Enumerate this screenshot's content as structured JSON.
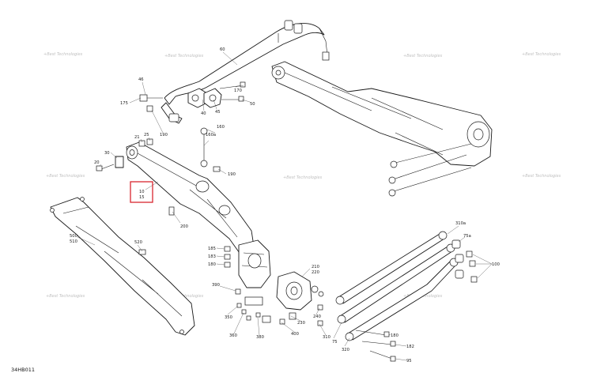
{
  "callouts": [
    {
      "id": "c-60",
      "text": "60"
    },
    {
      "id": "c-46",
      "text": "46"
    },
    {
      "id": "c-175",
      "text": "175"
    },
    {
      "id": "c-40",
      "text": "40"
    },
    {
      "id": "c-45",
      "text": "45"
    },
    {
      "id": "c-50",
      "text": "50"
    },
    {
      "id": "c-170",
      "text": "170"
    },
    {
      "id": "c-190a",
      "text": "190"
    },
    {
      "id": "c-160",
      "text": "160"
    },
    {
      "id": "c-160a",
      "text": "160a"
    },
    {
      "id": "c-21",
      "text": "21"
    },
    {
      "id": "c-25",
      "text": "25"
    },
    {
      "id": "c-30",
      "text": "30"
    },
    {
      "id": "c-20",
      "text": "20"
    },
    {
      "id": "c-190b",
      "text": "190"
    },
    {
      "id": "c-10",
      "text": "10"
    },
    {
      "id": "c-15",
      "text": "15"
    },
    {
      "id": "c-200",
      "text": "200"
    },
    {
      "id": "c-500",
      "text": "500"
    },
    {
      "id": "c-510",
      "text": "510"
    },
    {
      "id": "c-520",
      "text": "520"
    },
    {
      "id": "c-185",
      "text": "185"
    },
    {
      "id": "c-183",
      "text": "183"
    },
    {
      "id": "c-180",
      "text": "180"
    },
    {
      "id": "c-210",
      "text": "210"
    },
    {
      "id": "c-220",
      "text": "220"
    },
    {
      "id": "c-390",
      "text": "390"
    },
    {
      "id": "c-350",
      "text": "350"
    },
    {
      "id": "c-360",
      "text": "360"
    },
    {
      "id": "c-380",
      "text": "380"
    },
    {
      "id": "c-400",
      "text": "400"
    },
    {
      "id": "c-230",
      "text": "230"
    },
    {
      "id": "c-240",
      "text": "240"
    },
    {
      "id": "c-310",
      "text": "310"
    },
    {
      "id": "c-75",
      "text": "75"
    },
    {
      "id": "c-320",
      "text": "320"
    },
    {
      "id": "c-310a",
      "text": "310a"
    },
    {
      "id": "c-75a",
      "text": "75a"
    },
    {
      "id": "c-100",
      "text": "100"
    },
    {
      "id": "c-180b",
      "text": "180"
    },
    {
      "id": "c-182",
      "text": "182"
    },
    {
      "id": "c-95",
      "text": "95"
    }
  ],
  "watermark": "+Best Technologies",
  "diagram_code": "34HB011",
  "highlight_color": "#d8262f",
  "line_color": "#1a1a1a"
}
